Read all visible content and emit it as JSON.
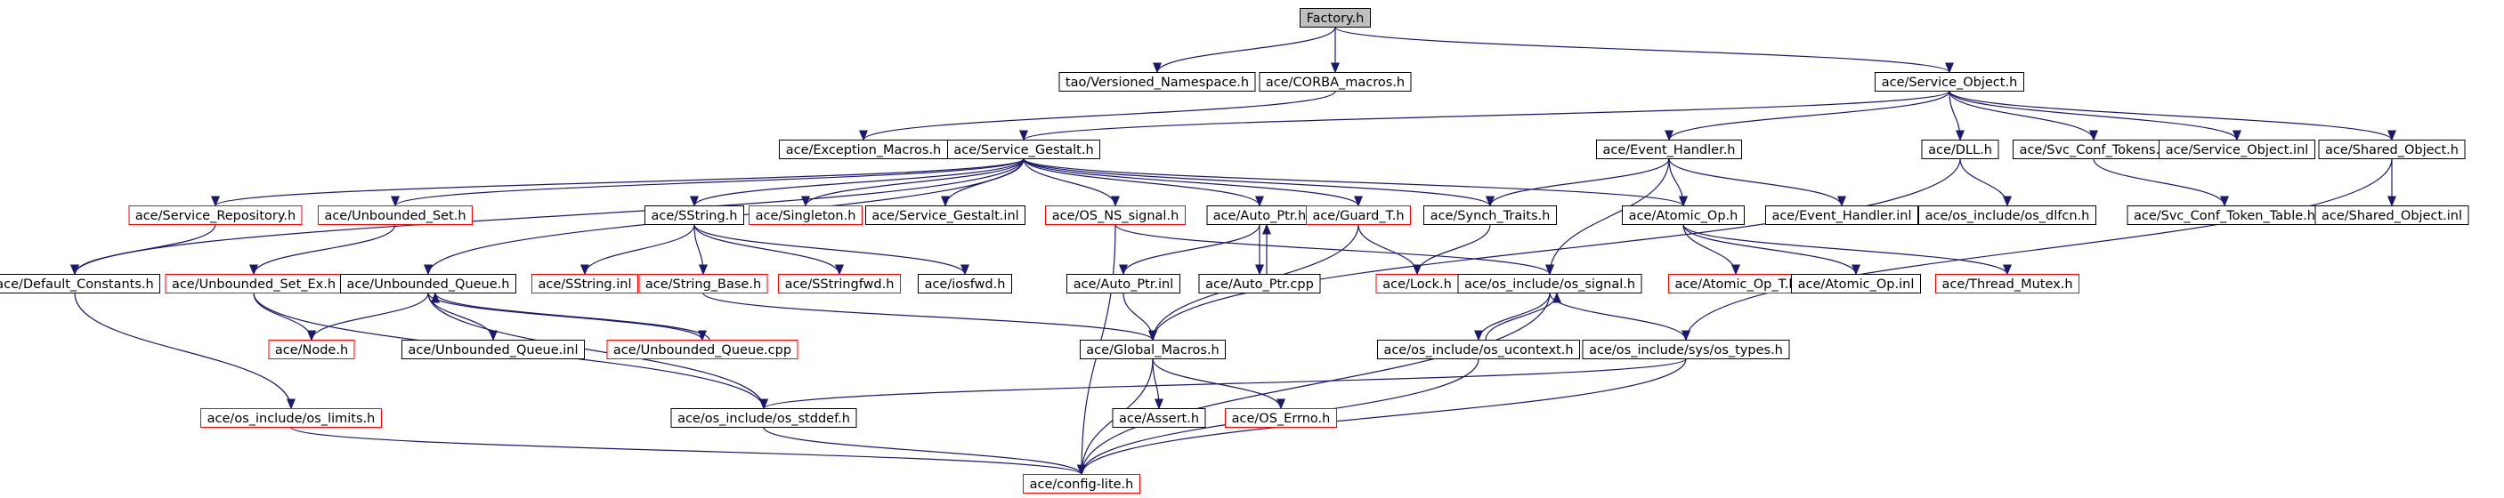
{
  "colors": {
    "edge": "#191970",
    "border_default": "#000000",
    "border_missing": "#ff0000",
    "fill_root": "#bfbfbf",
    "fill_default": "#ffffff"
  },
  "nodes": [
    {
      "id": "factory_h",
      "label": "Factory.h",
      "kind": "root"
    },
    {
      "id": "tao_versioned_namespace_h",
      "label": "tao/Versioned_Namespace.h",
      "kind": "normal"
    },
    {
      "id": "ace_corba_macros_h",
      "label": "ace/CORBA_macros.h",
      "kind": "normal"
    },
    {
      "id": "ace_service_object_h",
      "label": "ace/Service_Object.h",
      "kind": "normal"
    },
    {
      "id": "ace_exception_macros_h",
      "label": "ace/Exception_Macros.h",
      "kind": "normal"
    },
    {
      "id": "ace_service_gestalt_h",
      "label": "ace/Service_Gestalt.h",
      "kind": "normal"
    },
    {
      "id": "ace_event_handler_h",
      "label": "ace/Event_Handler.h",
      "kind": "normal"
    },
    {
      "id": "ace_dll_h",
      "label": "ace/DLL.h",
      "kind": "normal"
    },
    {
      "id": "ace_svc_conf_tokens_h",
      "label": "ace/Svc_Conf_Tokens.h",
      "kind": "normal"
    },
    {
      "id": "ace_service_object_inl",
      "label": "ace/Service_Object.inl",
      "kind": "normal"
    },
    {
      "id": "ace_shared_object_h",
      "label": "ace/Shared_Object.h",
      "kind": "normal"
    },
    {
      "id": "ace_service_repository_h",
      "label": "ace/Service_Repository.h",
      "kind": "missing"
    },
    {
      "id": "ace_unbounded_set_h",
      "label": "ace/Unbounded_Set.h",
      "kind": "missing"
    },
    {
      "id": "ace_sstring_h",
      "label": "ace/SString.h",
      "kind": "normal"
    },
    {
      "id": "ace_singleton_h",
      "label": "ace/Singleton.h",
      "kind": "missing"
    },
    {
      "id": "ace_service_gestalt_inl",
      "label": "ace/Service_Gestalt.inl",
      "kind": "normal"
    },
    {
      "id": "ace_os_ns_signal_h",
      "label": "ace/OS_NS_signal.h",
      "kind": "missing"
    },
    {
      "id": "ace_auto_ptr_h",
      "label": "ace/Auto_Ptr.h",
      "kind": "normal"
    },
    {
      "id": "ace_guard_t_h",
      "label": "ace/Guard_T.h",
      "kind": "missing"
    },
    {
      "id": "ace_synch_traits_h",
      "label": "ace/Synch_Traits.h",
      "kind": "normal"
    },
    {
      "id": "ace_atomic_op_h",
      "label": "ace/Atomic_Op.h",
      "kind": "normal"
    },
    {
      "id": "ace_event_handler_inl",
      "label": "ace/Event_Handler.inl",
      "kind": "normal"
    },
    {
      "id": "ace_os_include_os_dlfcn_h",
      "label": "ace/os_include/os_dlfcn.h",
      "kind": "normal"
    },
    {
      "id": "ace_svc_conf_token_table_h",
      "label": "ace/Svc_Conf_Token_Table.h",
      "kind": "normal"
    },
    {
      "id": "ace_shared_object_inl",
      "label": "ace/Shared_Object.inl",
      "kind": "normal"
    },
    {
      "id": "ace_default_constants_h",
      "label": "ace/Default_Constants.h",
      "kind": "normal"
    },
    {
      "id": "ace_unbounded_set_ex_h",
      "label": "ace/Unbounded_Set_Ex.h",
      "kind": "missing"
    },
    {
      "id": "ace_unbounded_queue_h",
      "label": "ace/Unbounded_Queue.h",
      "kind": "normal"
    },
    {
      "id": "ace_sstring_inl",
      "label": "ace/SString.inl",
      "kind": "missing"
    },
    {
      "id": "ace_string_base_h",
      "label": "ace/String_Base.h",
      "kind": "missing"
    },
    {
      "id": "ace_sstringfwd_h",
      "label": "ace/SStringfwd.h",
      "kind": "missing"
    },
    {
      "id": "ace_iosfwd_h",
      "label": "ace/iosfwd.h",
      "kind": "normal"
    },
    {
      "id": "ace_auto_ptr_inl",
      "label": "ace/Auto_Ptr.inl",
      "kind": "normal"
    },
    {
      "id": "ace_auto_ptr_cpp",
      "label": "ace/Auto_Ptr.cpp",
      "kind": "normal"
    },
    {
      "id": "ace_lock_h",
      "label": "ace/Lock.h",
      "kind": "missing"
    },
    {
      "id": "ace_os_include_os_signal_h",
      "label": "ace/os_include/os_signal.h",
      "kind": "normal"
    },
    {
      "id": "ace_atomic_op_t_h",
      "label": "ace/Atomic_Op_T.h",
      "kind": "missing"
    },
    {
      "id": "ace_atomic_op_inl",
      "label": "ace/Atomic_Op.inl",
      "kind": "normal"
    },
    {
      "id": "ace_thread_mutex_h",
      "label": "ace/Thread_Mutex.h",
      "kind": "missing"
    },
    {
      "id": "ace_node_h",
      "label": "ace/Node.h",
      "kind": "missing"
    },
    {
      "id": "ace_unbounded_queue_inl",
      "label": "ace/Unbounded_Queue.inl",
      "kind": "normal"
    },
    {
      "id": "ace_unbounded_queue_cpp",
      "label": "ace/Unbounded_Queue.cpp",
      "kind": "missing"
    },
    {
      "id": "ace_global_macros_h",
      "label": "ace/Global_Macros.h",
      "kind": "normal"
    },
    {
      "id": "ace_os_include_os_ucontext_h",
      "label": "ace/os_include/os_ucontext.h",
      "kind": "normal"
    },
    {
      "id": "ace_os_include_sys_os_types_h",
      "label": "ace/os_include/sys/os_types.h",
      "kind": "normal"
    },
    {
      "id": "ace_os_include_os_limits_h",
      "label": "ace/os_include/os_limits.h",
      "kind": "missing"
    },
    {
      "id": "ace_os_include_os_stddef_h",
      "label": "ace/os_include/os_stddef.h",
      "kind": "normal"
    },
    {
      "id": "ace_assert_h",
      "label": "ace/Assert.h",
      "kind": "normal"
    },
    {
      "id": "ace_os_errno_h",
      "label": "ace/OS_Errno.h",
      "kind": "missing"
    },
    {
      "id": "ace_config_lite_h",
      "label": "ace/config-lite.h",
      "kind": "missing"
    }
  ],
  "edges": [
    [
      "factory_h",
      "tao_versioned_namespace_h"
    ],
    [
      "factory_h",
      "ace_corba_macros_h"
    ],
    [
      "factory_h",
      "ace_service_object_h"
    ],
    [
      "ace_corba_macros_h",
      "ace_exception_macros_h"
    ],
    [
      "ace_service_object_h",
      "ace_service_gestalt_h"
    ],
    [
      "ace_service_object_h",
      "ace_event_handler_h"
    ],
    [
      "ace_service_object_h",
      "ace_dll_h"
    ],
    [
      "ace_service_object_h",
      "ace_svc_conf_tokens_h"
    ],
    [
      "ace_service_object_h",
      "ace_service_object_inl"
    ],
    [
      "ace_service_object_h",
      "ace_shared_object_h"
    ],
    [
      "ace_service_gestalt_h",
      "ace_default_constants_h"
    ],
    [
      "ace_service_gestalt_h",
      "ace_service_repository_h"
    ],
    [
      "ace_service_gestalt_h",
      "ace_unbounded_set_h"
    ],
    [
      "ace_service_gestalt_h",
      "ace_unbounded_queue_h"
    ],
    [
      "ace_service_gestalt_h",
      "ace_sstring_h"
    ],
    [
      "ace_service_gestalt_h",
      "ace_singleton_h"
    ],
    [
      "ace_service_gestalt_h",
      "ace_service_gestalt_inl"
    ],
    [
      "ace_service_gestalt_h",
      "ace_os_ns_signal_h"
    ],
    [
      "ace_service_gestalt_h",
      "ace_auto_ptr_h"
    ],
    [
      "ace_service_gestalt_h",
      "ace_guard_t_h"
    ],
    [
      "ace_service_gestalt_h",
      "ace_synch_traits_h"
    ],
    [
      "ace_service_gestalt_h",
      "ace_atomic_op_h"
    ],
    [
      "ace_event_handler_h",
      "ace_synch_traits_h"
    ],
    [
      "ace_event_handler_h",
      "ace_atomic_op_h"
    ],
    [
      "ace_event_handler_h",
      "ace_event_handler_inl"
    ],
    [
      "ace_event_handler_h",
      "ace_os_include_os_signal_h"
    ],
    [
      "ace_dll_h",
      "ace_os_include_os_dlfcn_h"
    ],
    [
      "ace_dll_h",
      "ace_global_macros_h"
    ],
    [
      "ace_svc_conf_tokens_h",
      "ace_svc_conf_token_table_h"
    ],
    [
      "ace_shared_object_h",
      "ace_shared_object_inl"
    ],
    [
      "ace_shared_object_h",
      "ace_os_include_sys_os_types_h"
    ],
    [
      "ace_service_repository_h",
      "ace_default_constants_h"
    ],
    [
      "ace_unbounded_set_h",
      "ace_unbounded_set_ex_h"
    ],
    [
      "ace_default_constants_h",
      "ace_os_include_os_limits_h"
    ],
    [
      "ace_unbounded_set_ex_h",
      "ace_node_h"
    ],
    [
      "ace_unbounded_set_ex_h",
      "ace_os_include_os_stddef_h"
    ],
    [
      "ace_unbounded_queue_h",
      "ace_node_h"
    ],
    [
      "ace_unbounded_queue_h",
      "ace_unbounded_queue_inl"
    ],
    [
      "ace_unbounded_queue_h",
      "ace_unbounded_queue_cpp"
    ],
    [
      "ace_unbounded_queue_h",
      "ace_os_include_os_stddef_h"
    ],
    [
      "ace_unbounded_queue_cpp",
      "ace_unbounded_queue_h"
    ],
    [
      "ace_sstring_h",
      "ace_sstring_inl"
    ],
    [
      "ace_sstring_h",
      "ace_string_base_h"
    ],
    [
      "ace_sstring_h",
      "ace_sstringfwd_h"
    ],
    [
      "ace_sstring_h",
      "ace_iosfwd_h"
    ],
    [
      "ace_string_base_h",
      "ace_global_macros_h"
    ],
    [
      "ace_os_ns_signal_h",
      "ace_os_include_os_signal_h"
    ],
    [
      "ace_os_ns_signal_h",
      "ace_config_lite_h"
    ],
    [
      "ace_auto_ptr_h",
      "ace_auto_ptr_inl"
    ],
    [
      "ace_auto_ptr_h",
      "ace_auto_ptr_cpp"
    ],
    [
      "ace_auto_ptr_cpp",
      "ace_auto_ptr_h"
    ],
    [
      "ace_auto_ptr_inl",
      "ace_global_macros_h"
    ],
    [
      "ace_guard_t_h",
      "ace_lock_h"
    ],
    [
      "ace_guard_t_h",
      "ace_global_macros_h"
    ],
    [
      "ace_synch_traits_h",
      "ace_lock_h"
    ],
    [
      "ace_atomic_op_h",
      "ace_atomic_op_t_h"
    ],
    [
      "ace_atomic_op_h",
      "ace_atomic_op_inl"
    ],
    [
      "ace_atomic_op_h",
      "ace_thread_mutex_h"
    ],
    [
      "ace_os_include_os_signal_h",
      "ace_os_include_os_ucontext_h"
    ],
    [
      "ace_os_include_os_signal_h",
      "ace_os_include_sys_os_types_h"
    ],
    [
      "ace_os_include_os_signal_h",
      "ace_config_lite_h"
    ],
    [
      "ace_os_include_os_ucontext_h",
      "ace_os_include_os_signal_h"
    ],
    [
      "ace_os_include_os_ucontext_h",
      "ace_config_lite_h"
    ],
    [
      "ace_os_include_sys_os_types_h",
      "ace_os_include_os_stddef_h"
    ],
    [
      "ace_os_include_sys_os_types_h",
      "ace_config_lite_h"
    ],
    [
      "ace_global_macros_h",
      "ace_assert_h"
    ],
    [
      "ace_global_macros_h",
      "ace_os_errno_h"
    ],
    [
      "ace_global_macros_h",
      "ace_config_lite_h"
    ],
    [
      "ace_os_include_os_limits_h",
      "ace_config_lite_h"
    ],
    [
      "ace_os_include_os_stddef_h",
      "ace_config_lite_h"
    ]
  ]
}
